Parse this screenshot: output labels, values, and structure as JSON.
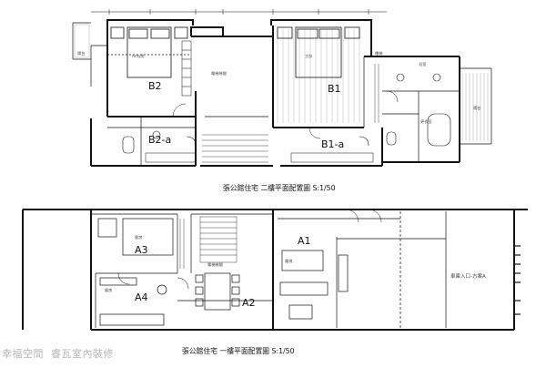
{
  "floor2": {
    "caption": "張公館住宅 二樓平面配置圖 S:1/50",
    "rooms": {
      "b2": "B2",
      "b2a": "B2-a",
      "b1": "B1",
      "b1a": "B1-a"
    },
    "small_labels": {
      "bed_left": "Amy房",
      "bed_right": "主臥",
      "stair": "電梯梯間",
      "stair_r": "樓梯",
      "bath_r": "浴室",
      "dress": "更衣室",
      "balcony_l": "陽台",
      "balcony_r": "陽台"
    }
  },
  "floor1": {
    "caption": "張公館住宅 一樓平面配置圖 S:1/50",
    "rooms": {
      "a1": "A1",
      "a2": "A2",
      "a3": "A3",
      "a4": "A4"
    },
    "entry_label": "車庫入口-方案A",
    "small_labels": {
      "stair": "電梯梯間",
      "kitchen": "廚房",
      "tv": "電視",
      "bedroom": "客房"
    }
  },
  "watermark": {
    "brand": "幸福空間",
    "company": "睿瓦室內裝修"
  }
}
